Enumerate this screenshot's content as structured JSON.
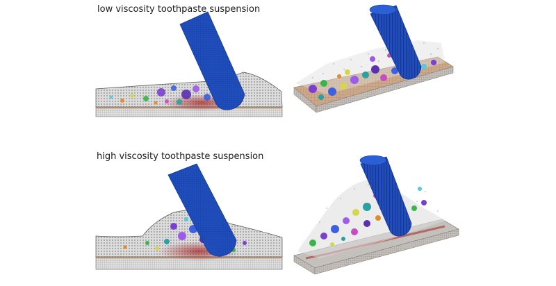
{
  "captions": {
    "low": "low viscosity toothpaste suspension",
    "high": "high viscosity toothpaste suspension"
  },
  "panels": [
    {
      "id": "low-2d",
      "suspension": "low",
      "view": "side-section"
    },
    {
      "id": "low-3d",
      "suspension": "low",
      "view": "perspective"
    },
    {
      "id": "high-2d",
      "suspension": "high",
      "view": "side-section"
    },
    {
      "id": "high-3d",
      "suspension": "high",
      "view": "perspective"
    }
  ],
  "colors": {
    "brush": "#1f4fbf",
    "brush_dark": "#163a92",
    "enamel_top": "#caa88a",
    "enamel_side": "#b9b3ad",
    "substrate": "#d2d2d2",
    "fluid": "#d9d9d9",
    "stress": "#a32020"
  },
  "particle_palette": [
    "#7a3fd1",
    "#3d5fe0",
    "#2aa0a0",
    "#39b54a",
    "#d6d64a",
    "#c94bc2",
    "#e08a2a",
    "#5ac8e0",
    "#9d5be8",
    "#4a8f3a"
  ]
}
